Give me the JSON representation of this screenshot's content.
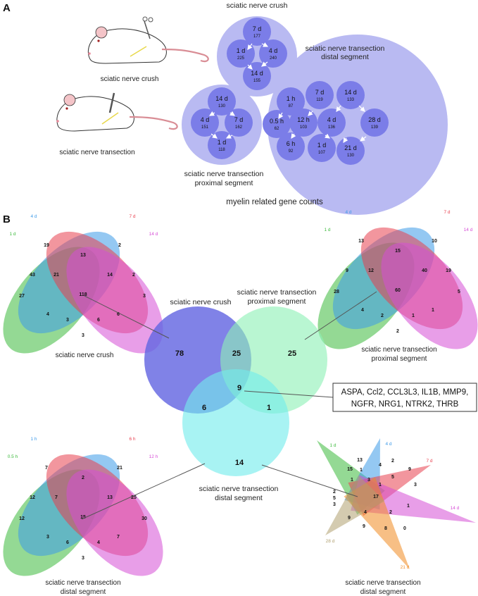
{
  "panel_a": {
    "letter": "A",
    "mouse_crush_label": "sciatic nerve crush",
    "mouse_transection_label": "sciatic nerve transection",
    "title": "myelin related gene counts",
    "clusters": [
      {
        "label": "sciatic nerve crush",
        "nodes": [
          {
            "time": "7 d",
            "count": "177"
          },
          {
            "time": "1 d",
            "count": "225"
          },
          {
            "time": "4 d",
            "count": "240"
          },
          {
            "time": "14 d",
            "count": "155"
          }
        ]
      },
      {
        "label_line1": "sciatic nerve transection",
        "label_line2": "proximal segment",
        "nodes": [
          {
            "time": "14 d",
            "count": "130"
          },
          {
            "time": "4 d",
            "count": "151"
          },
          {
            "time": "7 d",
            "count": "162"
          },
          {
            "time": "1 d",
            "count": "118"
          }
        ]
      },
      {
        "label_line1": "sciatic nerve transection",
        "label_line2": "distal segment",
        "nodes": [
          {
            "time": "1 h",
            "count": "87"
          },
          {
            "time": "7 d",
            "count": "119"
          },
          {
            "time": "14 d",
            "count": "133"
          },
          {
            "time": "0.5 h",
            "count": "62"
          },
          {
            "time": "12 h",
            "count": "103"
          },
          {
            "time": "4 d",
            "count": "136"
          },
          {
            "time": "28 d",
            "count": "139"
          },
          {
            "time": "6 h",
            "count": "92"
          },
          {
            "time": "1 d",
            "count": "107"
          },
          {
            "time": "21 d",
            "count": "130"
          }
        ]
      }
    ]
  },
  "panel_b": {
    "letter": "B",
    "crush_venn": {
      "caption": "sciatic nerve crush",
      "sets": [
        "1 d",
        "4 d",
        "7 d",
        "14 d"
      ],
      "regions": [
        "27",
        "19",
        "2",
        "3",
        "43",
        "13",
        "2",
        "21",
        "14",
        "118",
        "4",
        "6",
        "3",
        "6",
        "3"
      ]
    },
    "proximal_venn": {
      "caption_line1": "sciatic nerve transection",
      "caption_line2": "proximal segment",
      "sets": [
        "1 d",
        "4 d",
        "7 d",
        "14 d"
      ],
      "regions": [
        "28",
        "13",
        "10",
        "5",
        "9",
        "15",
        "19",
        "12",
        "40",
        "60",
        "4",
        "1",
        "2",
        "1",
        "2"
      ]
    },
    "distal_venn": {
      "caption_line1": "sciatic nerve transection",
      "caption_line2": "distal segment",
      "sets": [
        "0.5 h",
        "1 h",
        "6 h",
        "12 h"
      ],
      "regions": [
        "12",
        "7",
        "21",
        "30",
        "12",
        "2",
        "25",
        "7",
        "13",
        "15",
        "3",
        "7",
        "6",
        "4",
        "3"
      ]
    },
    "star_venn": {
      "caption_line1": "sciatic nerve transection",
      "caption_line2": "distal segment",
      "sets": [
        "1 d",
        "4 d",
        "7 d",
        "14 d",
        "21 d",
        "28 d"
      ],
      "numbers": [
        "13",
        "15",
        "1",
        "4",
        "2",
        "9",
        "1",
        "3",
        "5",
        "1",
        "2",
        "5",
        "3",
        "17",
        "4",
        "2",
        "9",
        "1",
        "9",
        "8",
        "0",
        "3"
      ]
    },
    "central_venn": {
      "crush_label": "sciatic nerve crush",
      "proximal_line1": "sciatic nerve transection",
      "proximal_line2": "proximal segment",
      "distal_line1": "sciatic nerve transection",
      "distal_line2": "distal segment",
      "crush_only": "78",
      "crush_proximal": "25",
      "proximal_only": "25",
      "all_three": "9",
      "crush_distal": "6",
      "proximal_distal": "1",
      "distal_only": "14"
    },
    "genes_line1": "ASPA, Ccl2, CCL3L3, IL1B, MMP9,",
    "genes_line2": "NGFR, NRG1, NTRK2, THRB"
  },
  "colors": {
    "bubble_outer": "#b9baf2",
    "bubble_inner": "#7b7de8",
    "crush_circle": "#6466e2",
    "proximal_circle": "#8ef1b6",
    "distal_circle": "#72ecec",
    "venn_green": "#3cba3c",
    "venn_blue": "#3d9ae8",
    "venn_red": "#e8404f",
    "venn_magenta": "#d64ed6",
    "star_olive": "#b0a070",
    "star_orange": "#f08a20"
  }
}
